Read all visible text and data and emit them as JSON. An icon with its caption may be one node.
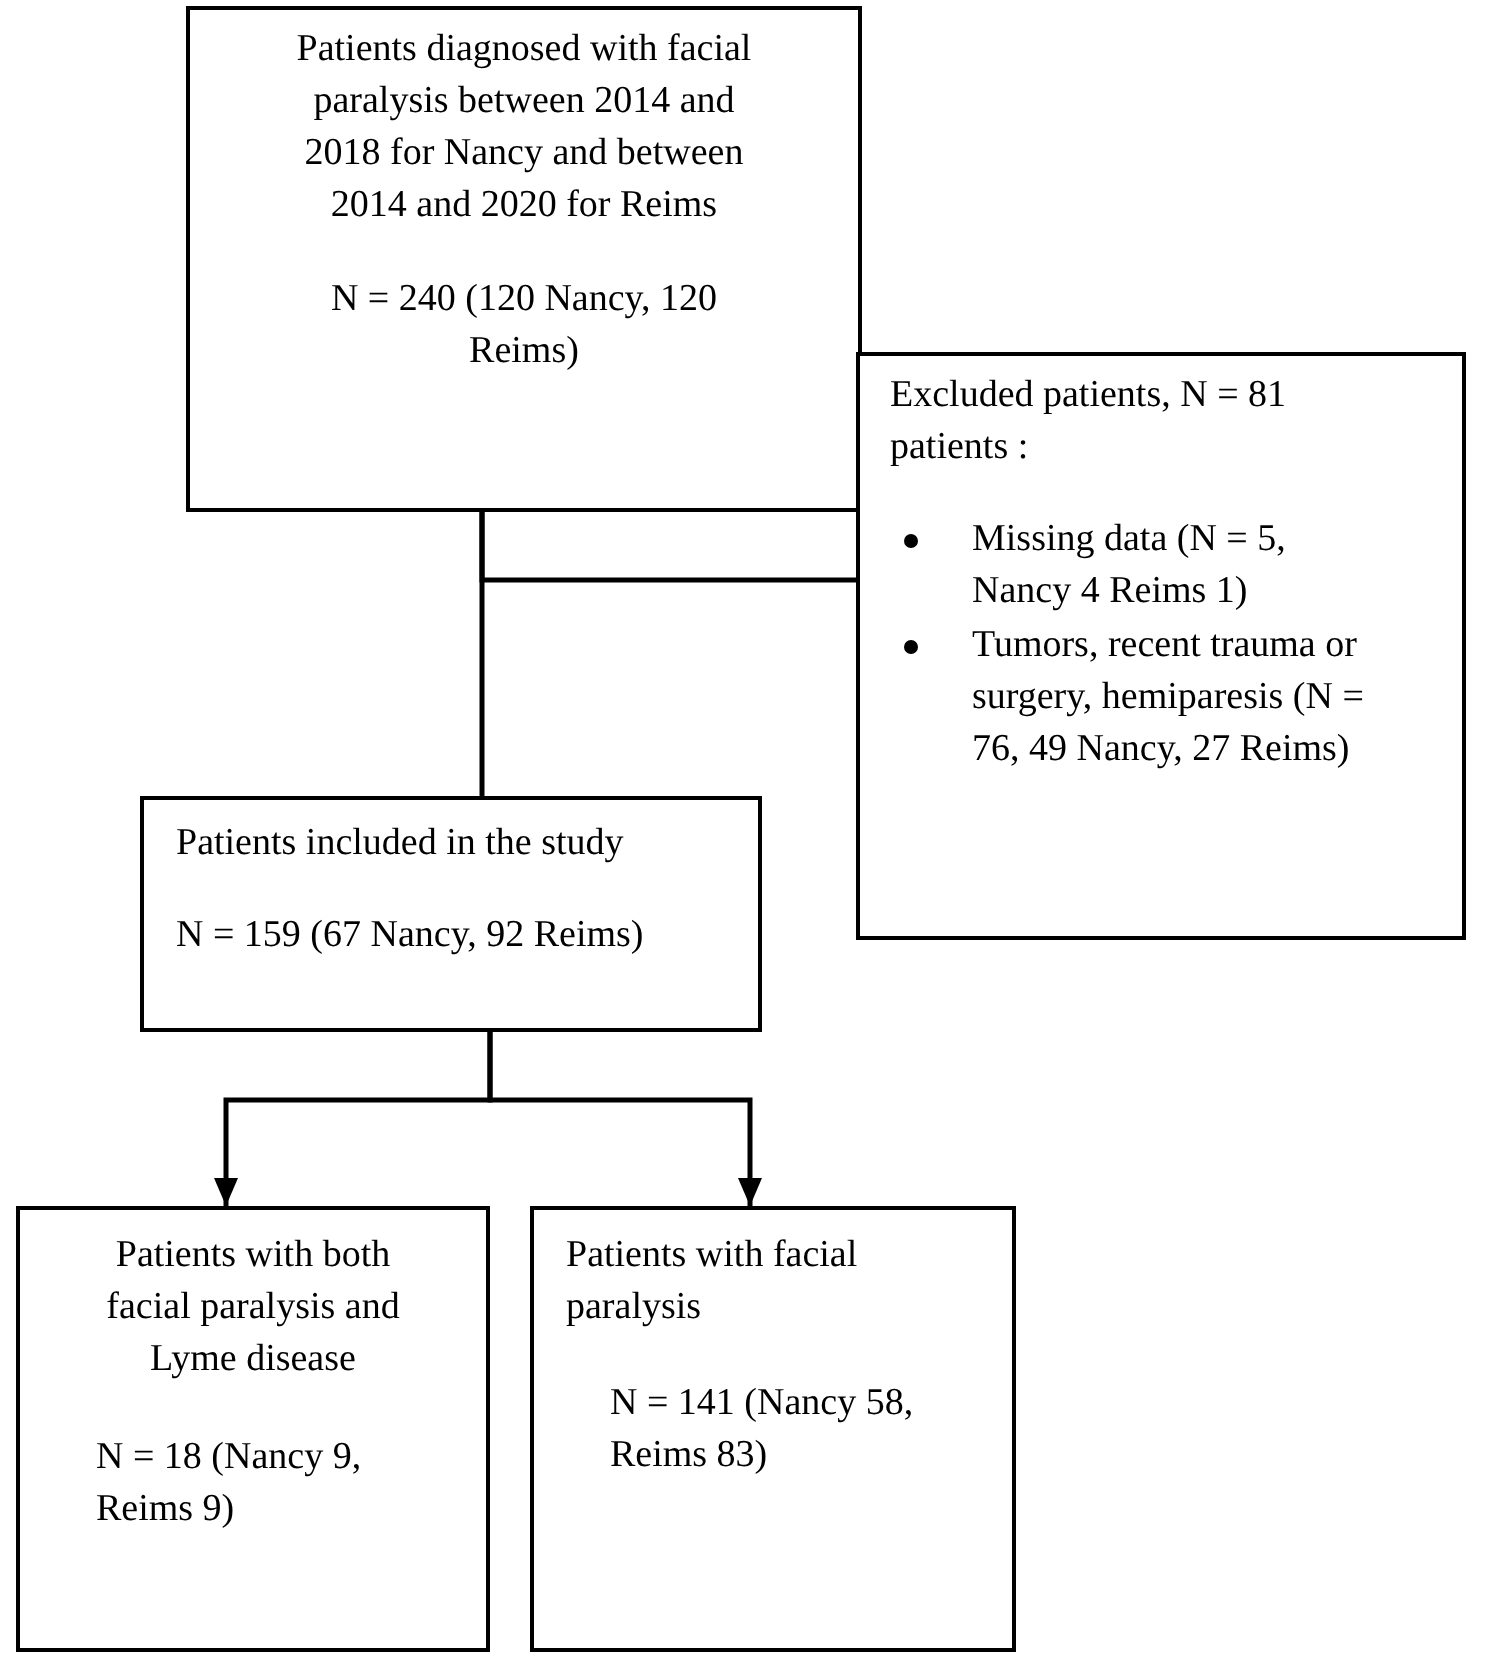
{
  "diagram": {
    "nodes": [
      {
        "text": [
          "Patients diagnosed with facial paralysis between 2014 and 2018 for Nancy and between 2014 and 2020 for Reims",
          "N = 240 (120 Nancy, 120 Reims)"
        ]
      },
      {
        "text": [
          "Excluded patients, N = 81 patients :",
          "Missing data (N = 5, Nancy 4 Reims 1)",
          "Tumors, recent trauma or surgery, hemiparesis (N = 76, 49 Nancy, 27 Reims)"
        ]
      },
      {
        "text": [
          "Patients included in the study",
          "N = 159 (67 Nancy, 92 Reims)"
        ]
      },
      {
        "text": [
          "Patients with both facial paralysis and Lyme disease",
          "N = 18 (Nancy 9, Reims 9)"
        ]
      },
      {
        "text": [
          "Patients with facial paralysis",
          "N = 141 (Nancy 58, Reims 83)"
        ]
      }
    ],
    "edges": [
      {
        "from": 0,
        "to": 2,
        "arrow": "none"
      },
      {
        "from": 0,
        "to": 1,
        "arrow": "none"
      },
      {
        "from": 2,
        "to": 3,
        "arrow": "to"
      },
      {
        "from": 2,
        "to": 4,
        "arrow": "to"
      }
    ]
  }
}
